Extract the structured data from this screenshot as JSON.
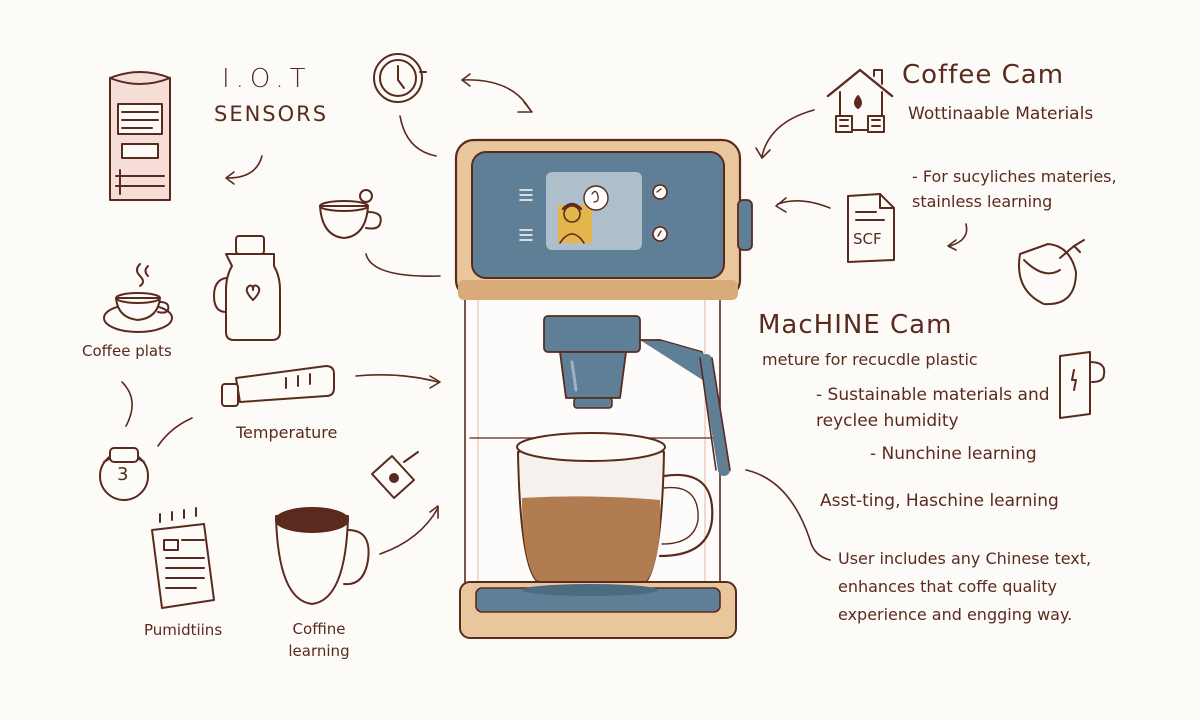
{
  "palette": {
    "ink": "#5a2a1e",
    "machine_body": "#5f7f96",
    "machine_trim": "#e9c69b",
    "screen": "#aebfcb",
    "coffee": "#b07c50",
    "accent_pink": "#f6ddd7"
  },
  "left": {
    "iot_title": "I.O.T",
    "sensors_title": "SENSORS",
    "coffee_plats_label": "Coffee plats",
    "temperature_label": "Temperature",
    "pumidtiins_label": "Pumidtiins",
    "coffine_learning_label": "Coffine learning",
    "counter_badge": "3"
  },
  "right": {
    "coffee_cam_title": "Coffee Cam",
    "wottinaable_line": "Wottinaable Materials",
    "for_sucyliches_line": "- For sucyliches materies, stainless learning",
    "scf_doc_label": "SCF",
    "machine_cam_title": "MacHINE Cam",
    "meture_line": "meture for recucdle plastic",
    "sustainable_line": "- Sustainable materials and reyclee humidity",
    "nunchine_line": "- Nunchine learning",
    "asst_line": "Asst-ting, Haschine learning",
    "user_line": "User includes any Chinese text, enhances that coffe quality experience and engging way."
  },
  "icons": [
    "sensor-device-icon",
    "clock-icon",
    "cup-with-steam-icon",
    "heart-bottle-icon",
    "coffee-plate-icon",
    "thermometer-icon",
    "counter-pot-icon",
    "notepad-icon",
    "coffee-mug-icon",
    "bean-tag-icon",
    "house-drop-icon",
    "document-icon",
    "kettle-icon",
    "glass-jug-icon",
    "coffee-machine",
    "avatar-screen-icon"
  ]
}
